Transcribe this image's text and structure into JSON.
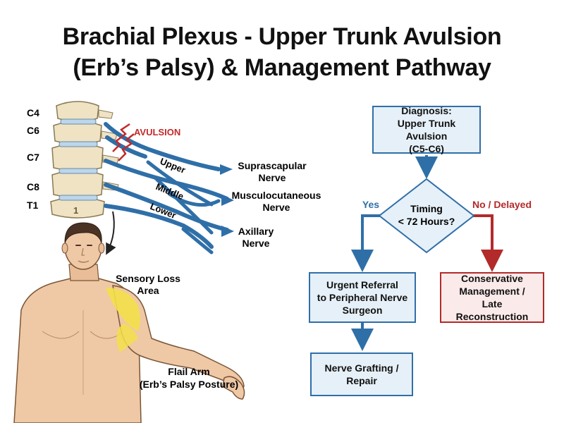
{
  "title": {
    "line1": "Brachial Plexus - Upper Trunk Avulsion",
    "line2": "(Erb’s Palsy) & Management Pathway"
  },
  "anatomy": {
    "vertebrae": [
      "C4",
      "C6",
      "C7",
      "C8",
      "T1"
    ],
    "vertebra_number": "1",
    "avulsion_label": "AVULSION",
    "trunks": [
      "Upper",
      "Middle",
      "Lower"
    ],
    "nerves": [
      {
        "line1": "Suprascapular",
        "line2": "Nerve"
      },
      {
        "line1": "Musculocutaneous",
        "line2": "Nerve"
      },
      {
        "line1": "Axillary",
        "line2": "Nerve"
      }
    ],
    "sensory": {
      "line1": "Sensory Loss",
      "line2": "Area"
    },
    "flail": {
      "line1": "Flail Arm",
      "line2": "(Erb’s Palsy Posture)"
    }
  },
  "flowchart": {
    "diagnosis": [
      "Diagnosis:",
      "Upper Trunk Avulsion",
      "(C5-C6)"
    ],
    "decision": [
      "Timing",
      "< 72 Hours?"
    ],
    "yes_label": "Yes",
    "no_label": "No / Delayed",
    "urgent": [
      "Urgent Referral",
      "to Peripheral Nerve",
      "Surgeon"
    ],
    "conservative": [
      "Conservative",
      "Management /",
      "Late Reconstruction"
    ],
    "grafting": [
      "Nerve Grafting /",
      "Repair"
    ]
  },
  "colors": {
    "blue": "#2f6fa8",
    "red": "#b32a2a",
    "bone": "#efe3c4",
    "skin": "#efc8a6",
    "sensory": "#f3e04a"
  }
}
